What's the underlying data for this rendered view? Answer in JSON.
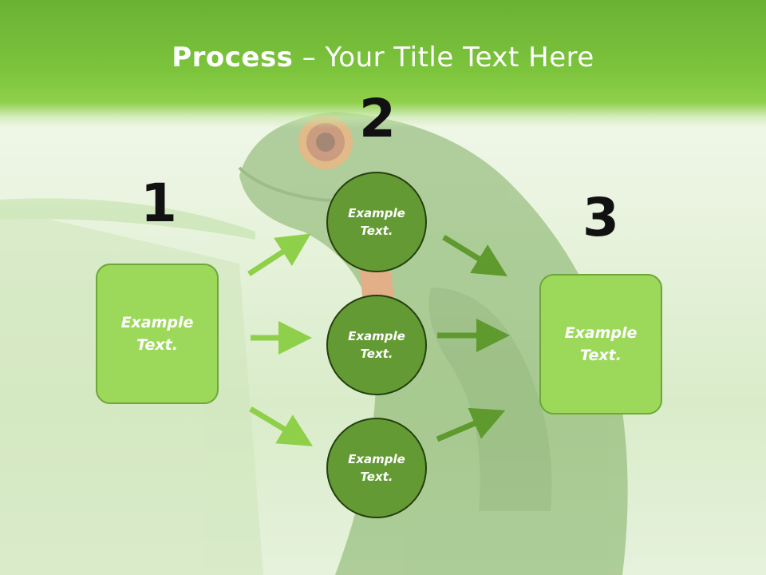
{
  "slide": {
    "title_bold": "Process",
    "title_rest": " – Your Title Text Here"
  },
  "steps": {
    "one": {
      "number": "1",
      "text": "Example Text."
    },
    "two": {
      "number": "2"
    },
    "three": {
      "number": "3",
      "text": "Example Text."
    }
  },
  "middle_items": [
    {
      "text": "Example Text."
    },
    {
      "text": "Example Text."
    },
    {
      "text": "Example Text."
    }
  ],
  "colors": {
    "header": "#7cc43c",
    "box_fill": "#9cd95b",
    "circle_fill": "#639a33",
    "arrow_light": "#8fd04a",
    "arrow_dark": "#5e9a2e"
  },
  "background_image": "green-tree-frog-photo"
}
